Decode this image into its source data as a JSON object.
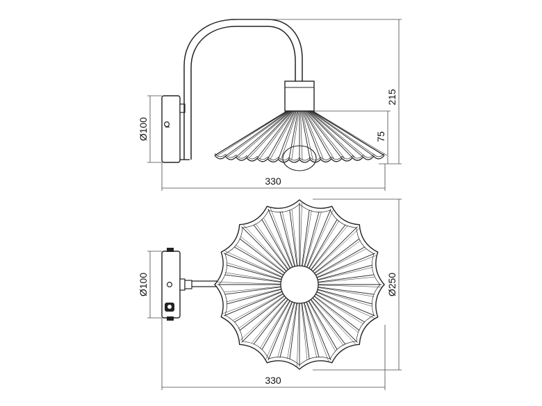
{
  "side_view": {
    "height_label": "215",
    "shade_height_label": "75",
    "plate_diameter_label": "Ø100",
    "projection_label": "330"
  },
  "top_view": {
    "plate_diameter_label": "Ø100",
    "shade_diameter_label": "Ø250",
    "projection_label": "330"
  },
  "colors": {
    "line": "#222222",
    "background": "#ffffff"
  }
}
